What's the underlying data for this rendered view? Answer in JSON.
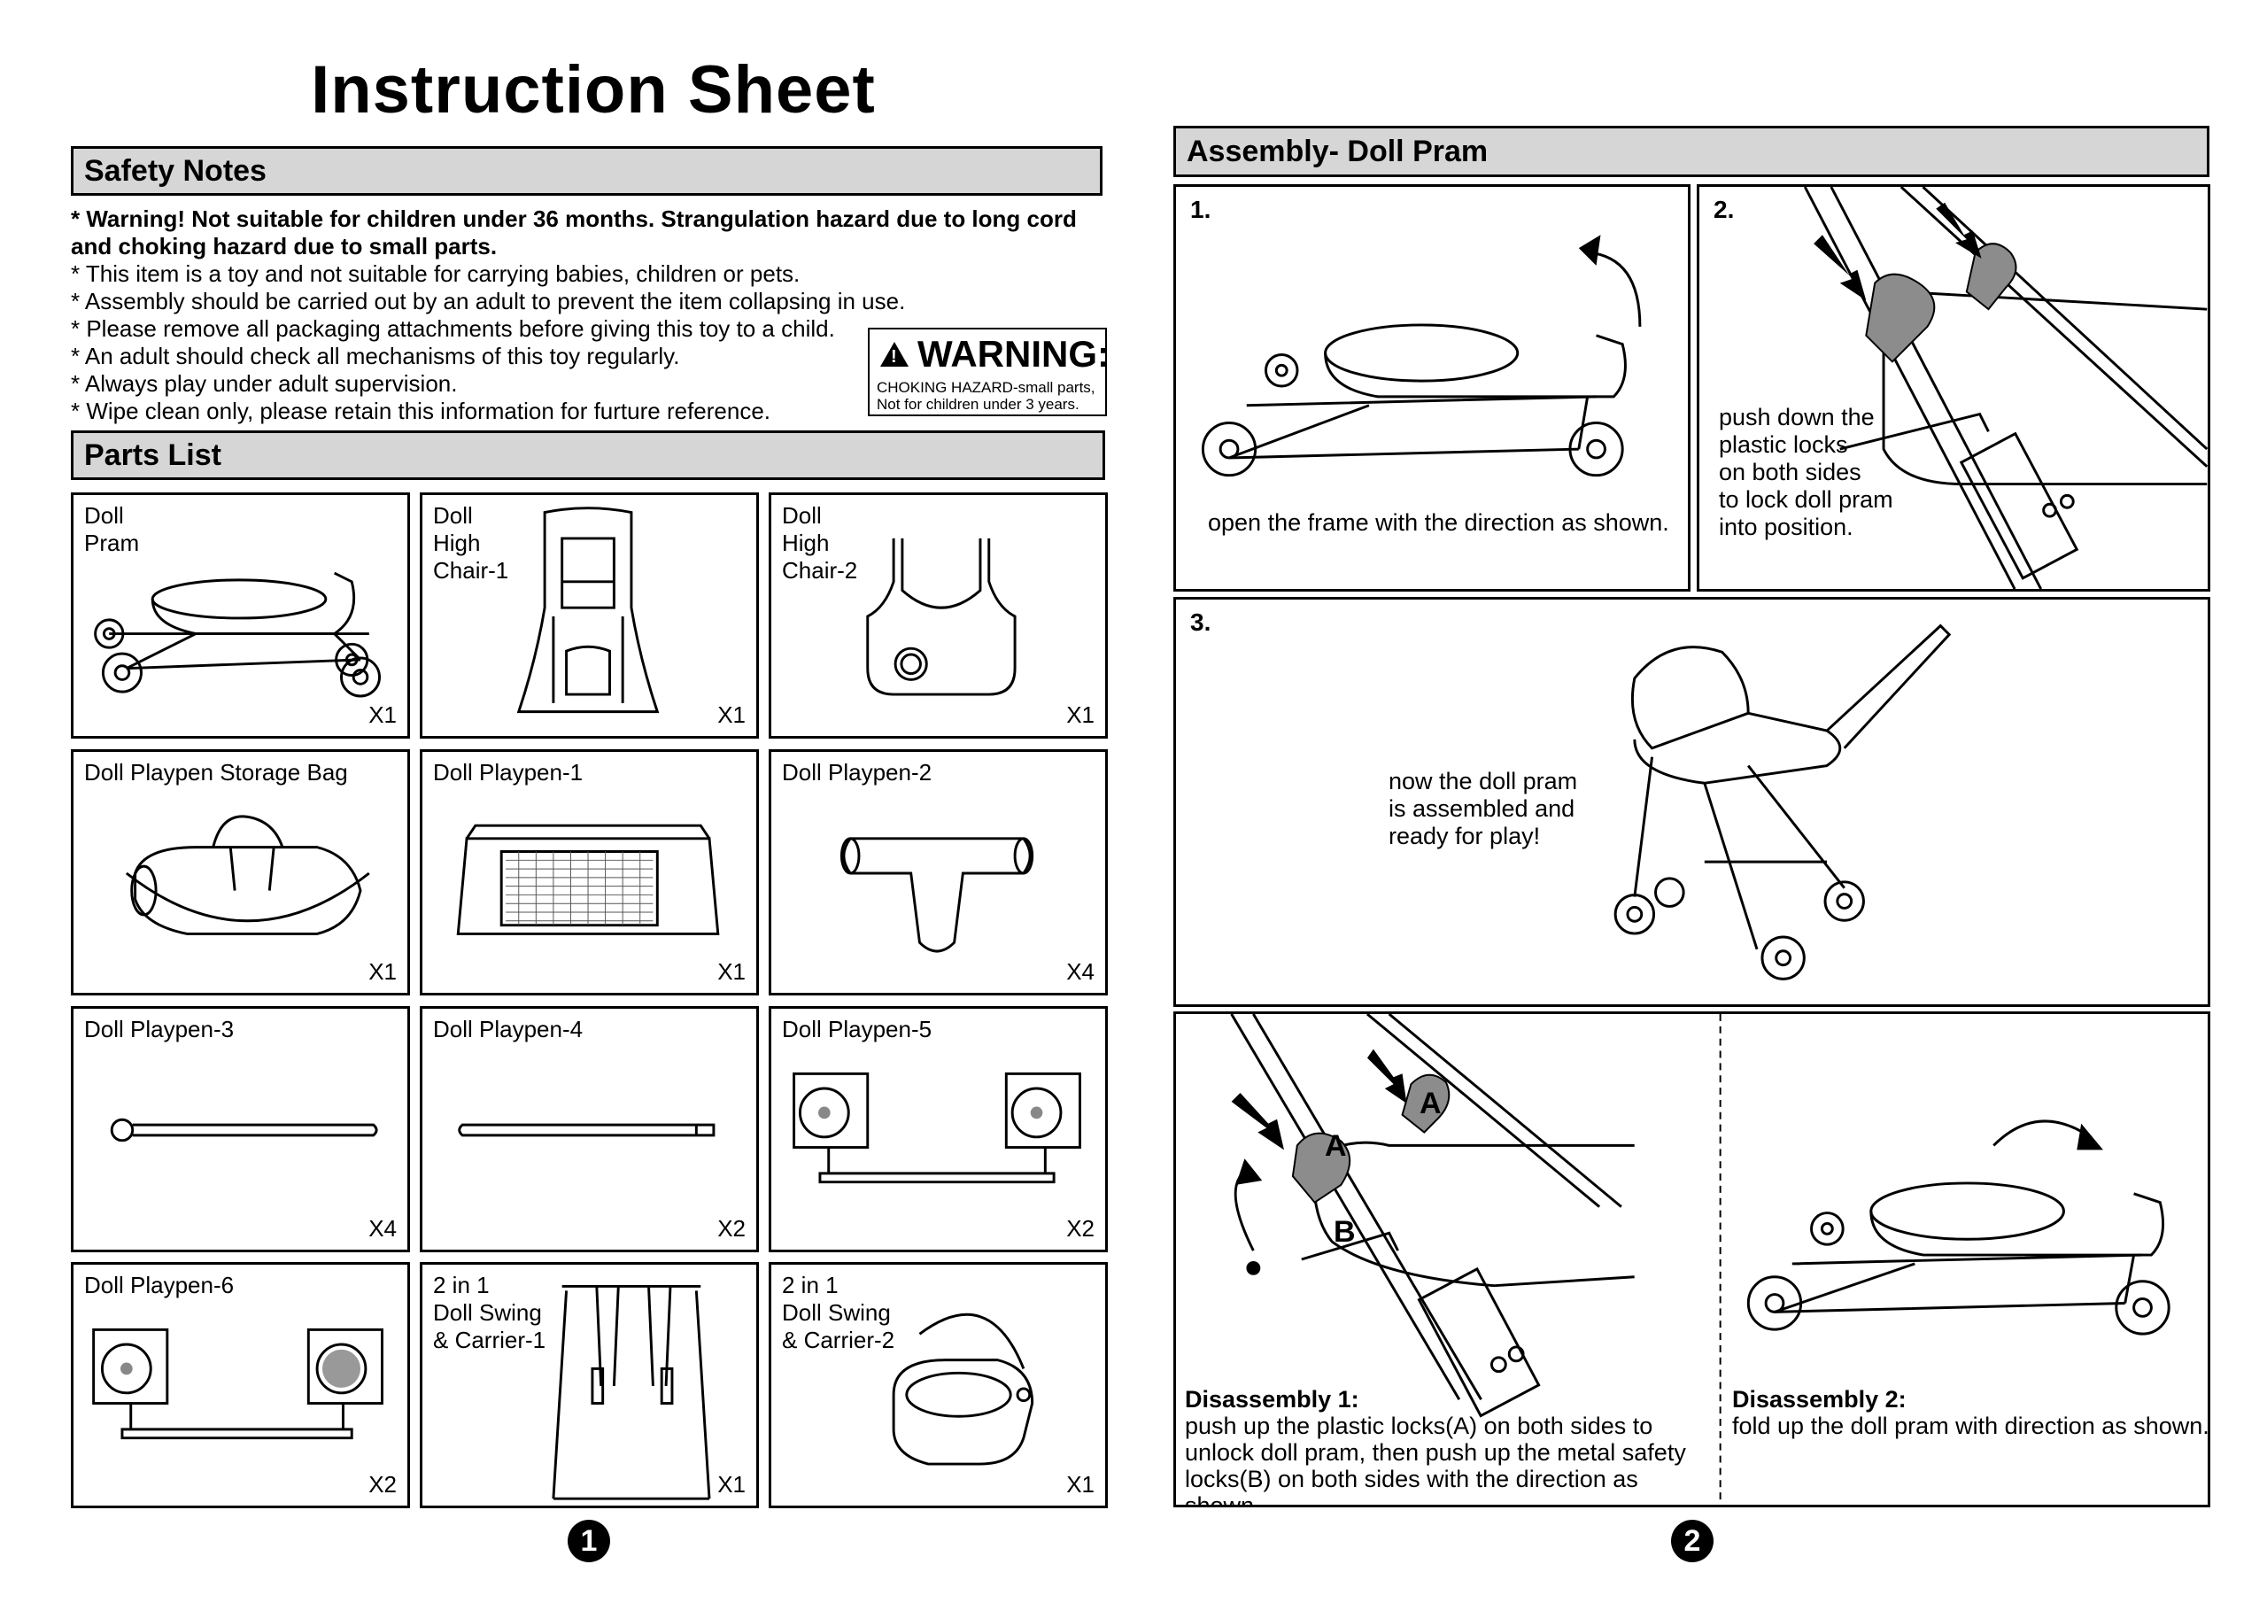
{
  "page_title": "Instruction Sheet",
  "safety": {
    "heading": "Safety Notes",
    "warning_bold": "* Warning! Not suitable for children under 36 months. Strangulation hazard due to long cord and choking hazard due to small parts.",
    "notes": [
      "* This item is a toy and not suitable  for carrying babies, children or pets.",
      "* Assembly should be carried out by an adult to prevent the item collapsing in use.",
      "* Please remove all packaging attachments before giving this toy to a child.",
      "* An adult should check all mechanisms of this toy regularly.",
      "* Always play under adult supervision.",
      "* Wipe clean only, please retain this information for furture reference."
    ],
    "warning_box": {
      "title": "WARNING:",
      "text": "CHOKING HAZARD-small parts,\nNot for children under 3 years."
    }
  },
  "parts": {
    "heading": "Parts List",
    "items": [
      {
        "label": "Doll\nPram",
        "qty": "X1",
        "icon": "doll-pram-icon"
      },
      {
        "label": "Doll\nHigh\nChair-1",
        "qty": "X1",
        "icon": "high-chair-1-icon"
      },
      {
        "label": "Doll\nHigh\nChair-2",
        "qty": "X1",
        "icon": "high-chair-2-icon"
      },
      {
        "label": "Doll Playpen Storage Bag",
        "qty": "X1",
        "icon": "storage-bag-icon"
      },
      {
        "label": "Doll Playpen-1",
        "qty": "X1",
        "icon": "playpen-1-icon"
      },
      {
        "label": "Doll Playpen-2",
        "qty": "X4",
        "icon": "playpen-2-connector-icon"
      },
      {
        "label": "Doll Playpen-3",
        "qty": "X4",
        "icon": "playpen-3-rod-icon"
      },
      {
        "label": "Doll Playpen-4",
        "qty": "X2",
        "icon": "playpen-4-rod-icon"
      },
      {
        "label": "Doll Playpen-5",
        "qty": "X2",
        "icon": "playpen-5-wheels-icon"
      },
      {
        "label": "Doll Playpen-6",
        "qty": "X2",
        "icon": "playpen-6-wheels-icon"
      },
      {
        "label": "2 in 1\nDoll Swing\n& Carrier-1",
        "qty": "X1",
        "icon": "swing-frame-icon"
      },
      {
        "label": "2 in 1\nDoll Swing\n& Carrier-2",
        "qty": "X1",
        "icon": "carrier-basket-icon"
      }
    ]
  },
  "assembly": {
    "heading": "Assembly- Doll Pram",
    "step1": {
      "num": "1.",
      "text": "open the frame with the direction as shown."
    },
    "step2": {
      "num": "2.",
      "text": "push down the\nplastic locks\non both sides\nto lock doll pram\ninto position."
    },
    "step3": {
      "num": "3.",
      "text": "now the doll pram\nis assembled and\nready for play!"
    },
    "disassembly1": {
      "title": "Disassembly 1:",
      "text": "push up the plastic locks(A) on both sides to unlock doll pram, then push up the metal safety locks(B) on both sides with the direction as shown.",
      "label_a": "A",
      "label_b": "B"
    },
    "disassembly2": {
      "title": "Disassembly 2:",
      "text": "fold up the doll pram with direction as shown."
    }
  },
  "page_numbers": [
    "1",
    "2"
  ]
}
